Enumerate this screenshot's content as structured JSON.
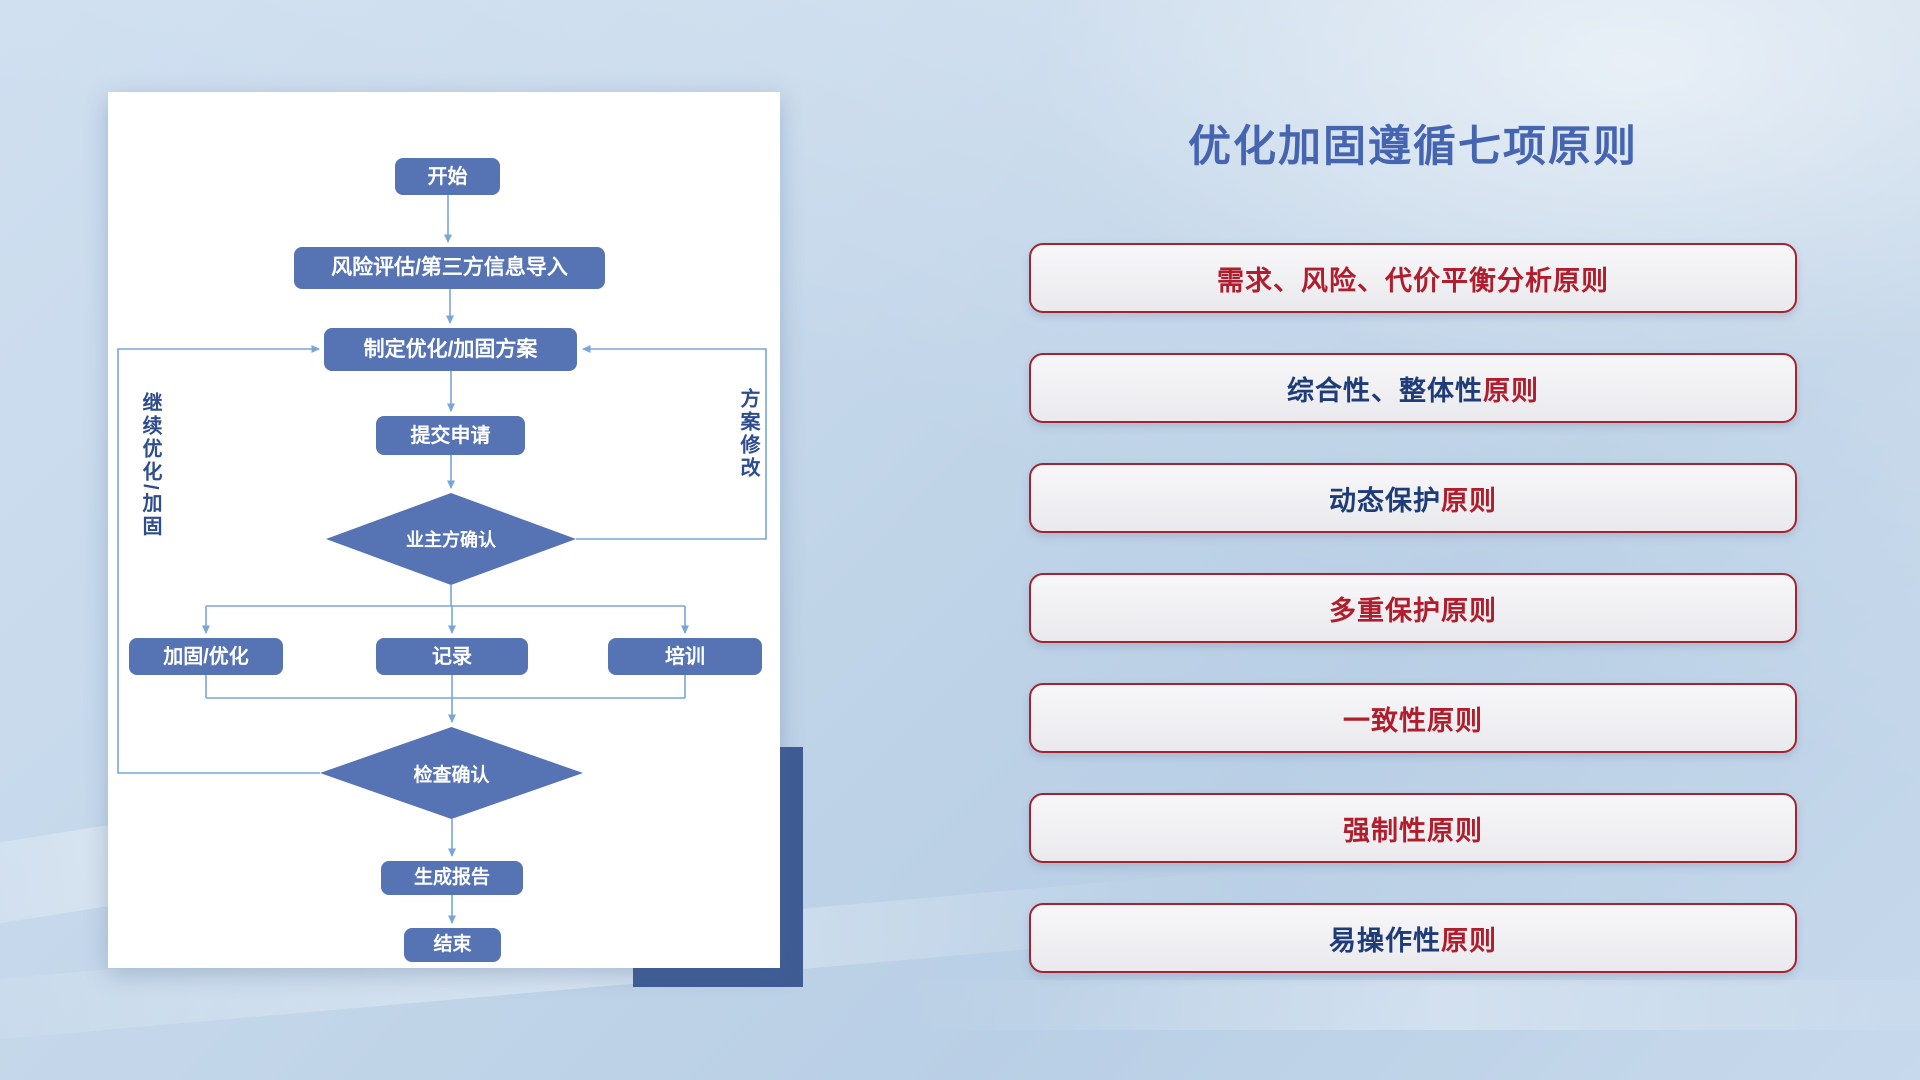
{
  "flowchart": {
    "nodes": {
      "start": "开始",
      "risk_import": "风险评估/第三方信息导入",
      "make_plan": "制定优化/加固方案",
      "submit": "提交申请",
      "owner_confirm": "业主方确认",
      "harden_optimize": "加固/优化",
      "record": "记录",
      "training": "培训",
      "check_confirm": "检查确认",
      "gen_report": "生成报告",
      "end": "结束"
    },
    "loop_labels": {
      "left": "继续优化/加固",
      "right": "方案修改"
    },
    "colors": {
      "node_fill": "#5673b3",
      "node_text": "#ffffff",
      "connector": "#78a6d9",
      "loop_label": "#2e4d8c",
      "decor_rect": "#3f5c95"
    }
  },
  "right_panel": {
    "title": "优化加固遵循七项原则",
    "title_color": "#4565b0",
    "principles": [
      {
        "segments": [
          {
            "text": "需求、风险、代价平衡分析原则",
            "color": "red"
          }
        ]
      },
      {
        "segments": [
          {
            "text": "综合性、整体性",
            "color": "blue"
          },
          {
            "text": "原则",
            "color": "red"
          }
        ]
      },
      {
        "segments": [
          {
            "text": "动态保护",
            "color": "blue"
          },
          {
            "text": "原则",
            "color": "red"
          }
        ]
      },
      {
        "segments": [
          {
            "text": "多重保护原则",
            "color": "red"
          }
        ]
      },
      {
        "segments": [
          {
            "text": "一致性原则",
            "color": "red"
          }
        ]
      },
      {
        "segments": [
          {
            "text": "强制性原则",
            "color": "red"
          }
        ]
      },
      {
        "segments": [
          {
            "text": "易操作性",
            "color": "blue"
          },
          {
            "text": "原则",
            "color": "red"
          }
        ]
      }
    ],
    "colors": {
      "box_border": "#a3242f",
      "box_bg_top": "#f7f7f9",
      "box_bg_bottom": "#eaeaee",
      "text_red": "#b01e2e",
      "text_blue": "#1e3c78"
    }
  }
}
